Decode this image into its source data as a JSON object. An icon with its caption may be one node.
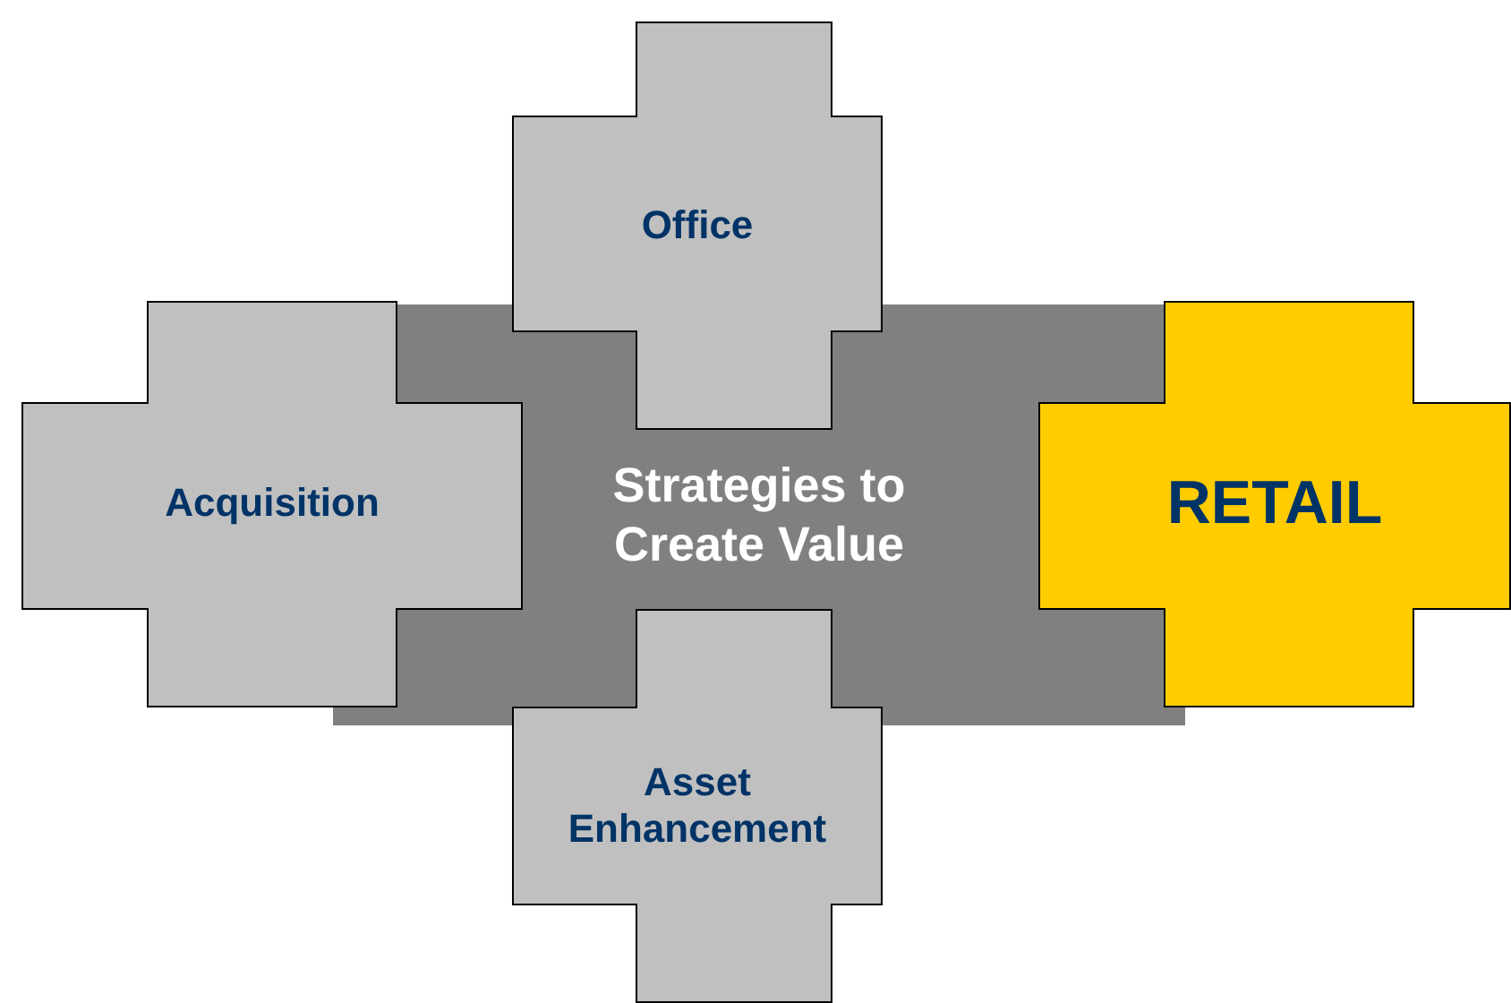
{
  "diagram": {
    "nodes": [
      {
        "text": [
          "Office"
        ]
      },
      {
        "text": [
          "Acquisition"
        ]
      },
      {
        "text": [
          "Strategies to Create Value"
        ]
      },
      {
        "text": [
          "RETAIL"
        ]
      },
      {
        "text": [
          "Asset Enhancement"
        ]
      }
    ],
    "edges": []
  }
}
